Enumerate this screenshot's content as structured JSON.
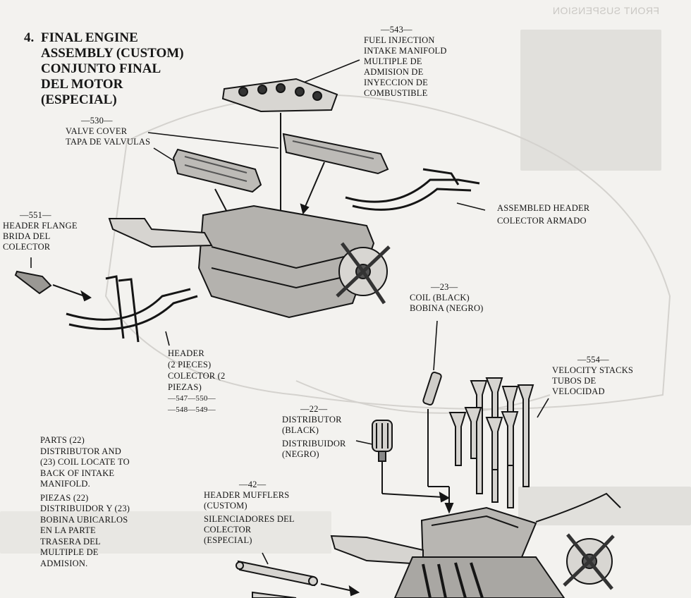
{
  "section": {
    "number": "4.",
    "title_lines": [
      "FINAL ENGINE",
      "ASSEMBLY (CUSTOM)",
      "CONJUNTO FINAL",
      "DEL MOTOR",
      "(ESPECIAL)"
    ]
  },
  "callouts": {
    "fuel_injection": {
      "part_no": "—543—",
      "lines": [
        "FUEL INJECTION",
        "INTAKE MANIFOLD",
        "MULTIPLE DE",
        "ADMISION DE",
        "INYECCION DE",
        "COMBUSTIBLE"
      ]
    },
    "valve_cover": {
      "part_no": "—530—",
      "lines": [
        "VALVE COVER",
        "TAPA DE VALVULAS"
      ]
    },
    "header_flange": {
      "part_no": "—551—",
      "lines": [
        "HEADER FLANGE",
        "BRIDA DEL",
        "COLECTOR"
      ]
    },
    "assembled_header": {
      "lines": [
        "ASSEMBLED HEADER",
        "COLECTOR ARMADO"
      ]
    },
    "coil": {
      "part_no": "—23—",
      "lines": [
        "COIL (BLACK)",
        "BOBINA (NEGRO)"
      ]
    },
    "header": {
      "lines": [
        "HEADER",
        "(2 PIECES)",
        "COLECTOR (2",
        "PIEZAS)"
      ],
      "part_nos": [
        "—547—550—",
        "—548—549—"
      ]
    },
    "velocity_stacks": {
      "part_no": "—554—",
      "lines": [
        "VELOCITY STACKS",
        "TUBOS DE",
        "VELOCIDAD"
      ]
    },
    "distributor": {
      "part_no": "—22—",
      "lines_en": [
        "DISTRIBUTOR",
        "(BLACK)"
      ],
      "lines_es": [
        "DISTRIBUIDOR",
        "(NEGRO)"
      ]
    },
    "header_mufflers": {
      "part_no": "—42—",
      "lines_en": [
        "HEADER MUFFLERS",
        "(CUSTOM)"
      ],
      "lines_es": [
        "SILENCIADORES DEL",
        "COLECTOR",
        "(ESPECIAL)"
      ]
    }
  },
  "note": {
    "en": [
      "PARTS (22)",
      "DISTRIBUTOR AND",
      "(23) COIL LOCATE TO",
      "BACK OF INTAKE",
      "MANIFOLD."
    ],
    "es": [
      "PIEZAS (22)",
      "DISTRIBUIDOR Y (23)",
      "BOBINA UBICARLOS",
      "EN LA PARTE",
      "TRASERA DEL",
      "MULTIPLE DE",
      "ADMISION."
    ]
  },
  "colors": {
    "paper": "#f3f2ef",
    "ink": "#151515",
    "bleed": "#c9c7c3"
  }
}
